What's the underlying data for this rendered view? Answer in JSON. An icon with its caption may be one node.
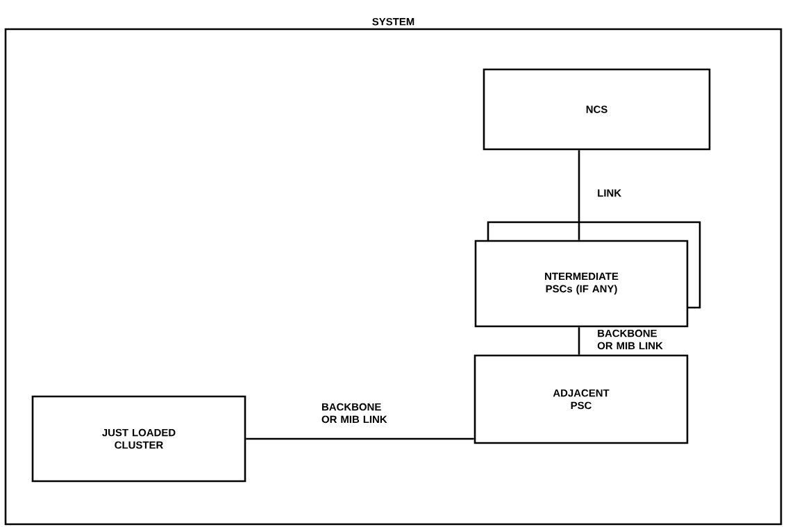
{
  "diagram": {
    "nodes": [
      {
        "text": [
          "SYSTEM"
        ]
      },
      {
        "text": [
          "NCS"
        ],
        "in": 0
      },
      {
        "text": [
          "NTERMEDIATE PSCs (IF ANY)"
        ],
        "in": 0
      },
      {
        "text": [
          "ADJACENT PSC"
        ],
        "in": 0
      },
      {
        "text": [
          "JUST LOADED CLUSTER"
        ],
        "in": 0
      }
    ],
    "edges": [
      {
        "from": 1,
        "to": 2,
        "arrow": "none",
        "label": "LINK"
      },
      {
        "from": 2,
        "to": 3,
        "arrow": "none",
        "label": "BACKBONE OR MIB LINK"
      },
      {
        "from": 4,
        "to": 3,
        "arrow": "none",
        "label": "BACKBONE OR MIB LINK"
      }
    ]
  }
}
